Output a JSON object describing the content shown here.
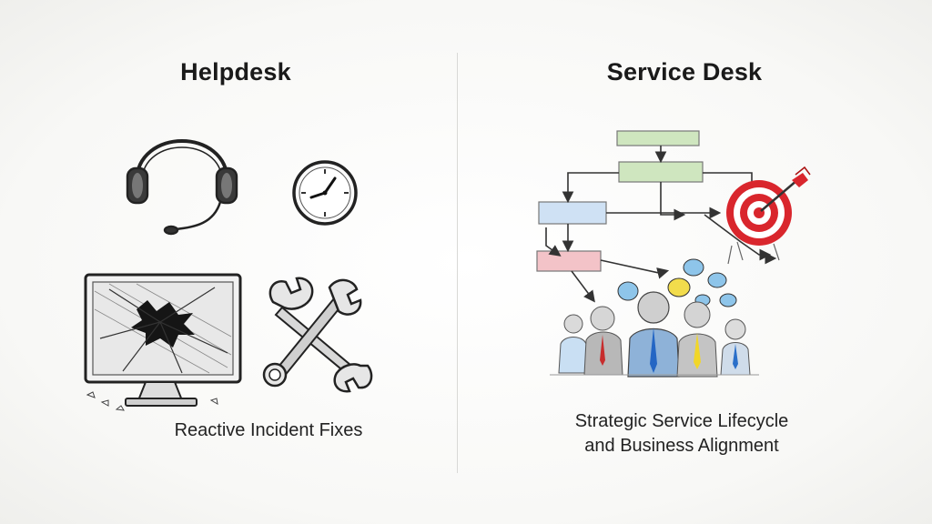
{
  "left": {
    "title": "Helpdesk",
    "caption": "Reactive Incident Fixes"
  },
  "right": {
    "title": "Service Desk",
    "caption_line1": "Strategic Service Lifecycle",
    "caption_line2": "and Business Alignment"
  },
  "icons": {
    "headset": "headset-icon",
    "clock": "clock-icon",
    "monitor": "broken-monitor-icon",
    "wrench": "wrench-icon",
    "flowchart": "flowchart-diagram",
    "target": "target-icon",
    "people": "people-group-icon"
  },
  "colors": {
    "box_green": "#cfe6bf",
    "box_blue": "#cfe1f4",
    "box_red": "#f3c3c8",
    "target_red": "#d9262d",
    "bubble_blue": "#8ec5ea",
    "bubble_yellow": "#f2dc4c",
    "tie_red": "#c72d2d",
    "tie_blue": "#2466c4",
    "tie_yellow": "#f1d629"
  }
}
